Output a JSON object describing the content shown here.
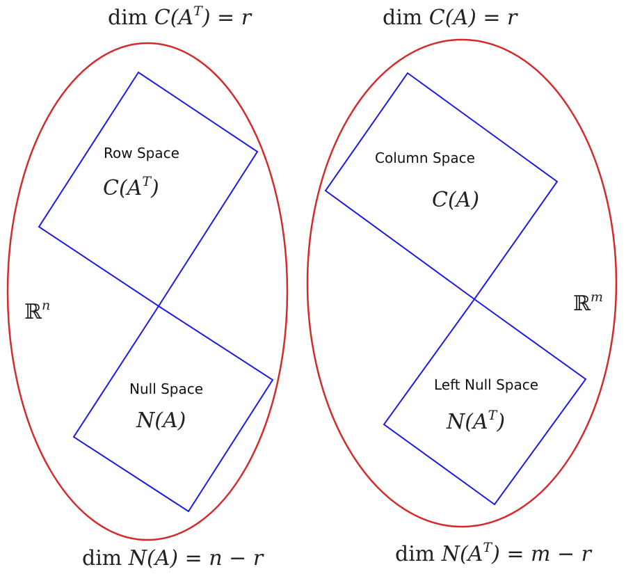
{
  "colors": {
    "ellipse": "#d42a2a",
    "subspace": "#1a1ae6"
  },
  "top_left": {
    "dim": "dim ",
    "base": "C(A",
    "sup": "T",
    "tail": ") = r"
  },
  "top_right": {
    "dim": "dim ",
    "expr": "C(A) = r"
  },
  "bottom_left": {
    "dim": "dim ",
    "expr": "N(A) = n − r"
  },
  "bottom_right": {
    "dim": "dim ",
    "base": "N(A",
    "sup": "T",
    "tail": ") = m − r"
  },
  "left": {
    "space": {
      "base": "ℝ",
      "sup": "n"
    },
    "row_space": {
      "label": "Row Space",
      "base": "C(A",
      "sup": "T",
      "tail": ")"
    },
    "null_space": {
      "label": "Null Space",
      "expr": "N(A)"
    }
  },
  "right": {
    "space": {
      "base": "ℝ",
      "sup": "m"
    },
    "column_space": {
      "label": "Column Space",
      "expr": "C(A)"
    },
    "left_null_space": {
      "label": "Left Null Space",
      "base": "N(A",
      "sup": "T",
      "tail": ")"
    }
  }
}
